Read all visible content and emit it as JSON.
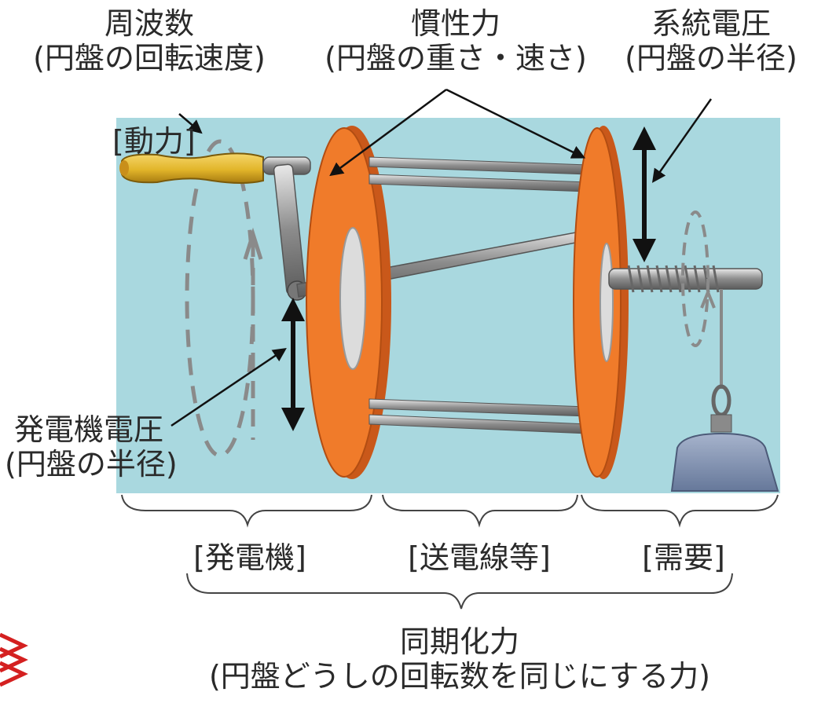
{
  "labels": {
    "frequency": {
      "title": "周波数",
      "sub": "(円盤の回転速度)"
    },
    "inertia": {
      "title": "慣性力",
      "sub": "(円盤の重さ・速さ)"
    },
    "system_voltage": {
      "title": "系統電圧",
      "sub": "(円盤の半径)"
    },
    "power": "[動力]",
    "generator_voltage": {
      "title": "発電機電圧",
      "sub": "(円盤の半径)"
    },
    "sections": {
      "generator": "[発電機]",
      "transmission": "[送電線等]",
      "demand": "[需要]"
    },
    "sync_force": {
      "title": "同期化力",
      "sub": "(円盤どうしの回転数を同じにする力)"
    }
  },
  "colors": {
    "panel": "#a9d8df",
    "disk": "#f07b2a",
    "disk_dark": "#c9581a",
    "handle": "#e2b52a",
    "rod": "#9a9a9a",
    "weight": "#7f90ad"
  }
}
